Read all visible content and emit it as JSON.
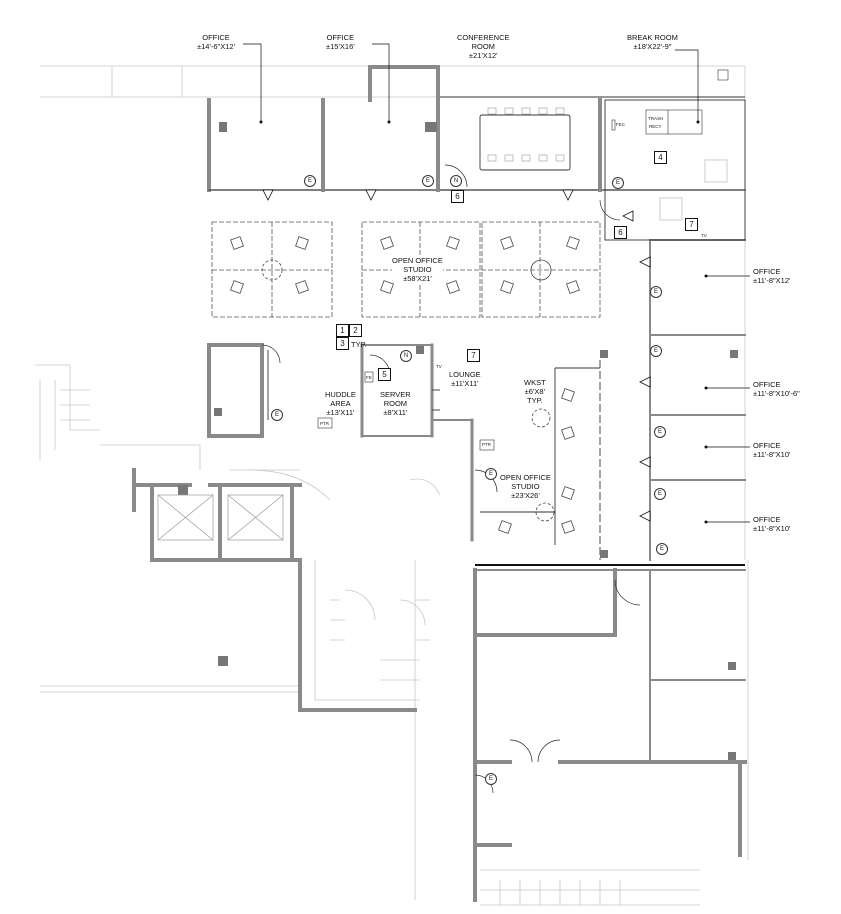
{
  "rooms": [
    {
      "id": "office-1",
      "name": "OFFICE",
      "size": "±14'-6\"X12'"
    },
    {
      "id": "office-2",
      "name": "OFFICE",
      "size": "±15'X16'"
    },
    {
      "id": "conference",
      "name": "CONFERENCE",
      "name2": "ROOM",
      "size": "±21'X12'"
    },
    {
      "id": "break",
      "name": "BREAK ROOM",
      "size": "±18'X22'-9\""
    },
    {
      "id": "open-office-1",
      "name": "OPEN OFFICE",
      "name2": "STUDIO",
      "size": "±58'X21'"
    },
    {
      "id": "huddle",
      "name": "HUDDLE",
      "name2": "AREA",
      "size": "±13'X11'"
    },
    {
      "id": "server",
      "name": "SERVER",
      "name2": "ROOM",
      "size": "±8'X11'"
    },
    {
      "id": "lounge",
      "name": "LOUNGE",
      "size": "±11'X11'"
    },
    {
      "id": "wkst",
      "name": "WKST",
      "size": "±6'X8'",
      "note": "TYP."
    },
    {
      "id": "open-office-2",
      "name": "OPEN OFFICE",
      "name2": "STUDIO",
      "size": "±23'X26'"
    },
    {
      "id": "office-r1",
      "name": "OFFICE",
      "size": "±11'-8\"X12'"
    },
    {
      "id": "office-r2",
      "name": "OFFICE",
      "size": "±11'-8\"X10'-6\""
    },
    {
      "id": "office-r3",
      "name": "OFFICE",
      "size": "±11'-8\"X10'"
    },
    {
      "id": "office-r4",
      "name": "OFFICE",
      "size": "±11'-8\"X10'"
    }
  ],
  "keynotes": {
    "k1": "1",
    "k2": "2",
    "k3": "3",
    "typ": "TYP.",
    "k4": "4",
    "k5": "5",
    "k6a": "6",
    "k6b": "6",
    "k7a": "7",
    "k7b": "7"
  },
  "symbols": {
    "exit": "E",
    "north": "N",
    "fire_ext": "FEC",
    "fire_ext_short": "FE",
    "trash": "TRASH",
    "recy": "RECY",
    "tv": "TV",
    "ptr": "PTR"
  }
}
